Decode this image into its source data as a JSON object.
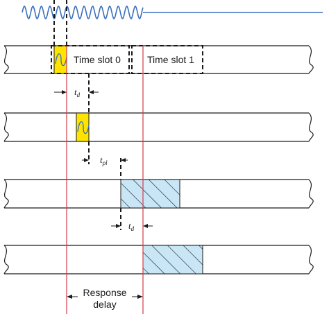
{
  "colors": {
    "signal": "#3a6fbf",
    "guide_line": "#d63a4a",
    "yellow_fill": "#ffe400",
    "hatch_fill": "#c8e6f5",
    "stroke": "#1a1a1a"
  },
  "labels": {
    "slot0": "Time slot 0",
    "slot1": "Time slot 1",
    "t_d1_main": "t",
    "t_d1_sub": "d",
    "t_pl_main": "t",
    "t_pl_sub": "pl",
    "t_d2_main": "t",
    "t_d2_sub": "d",
    "response_line1": "Response",
    "response_line2": "delay"
  }
}
